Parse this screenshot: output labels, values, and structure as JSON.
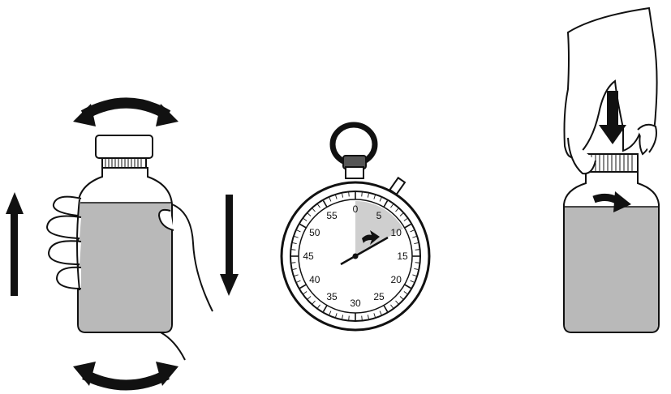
{
  "colors": {
    "ink": "#111111",
    "liquid": "#b9b9b9",
    "glass": "#ffffff",
    "cap": "#ffffff",
    "stopwatch_crown": "#555555",
    "time_sector": "#cfcfcf"
  },
  "steps": [
    {
      "id": "shake",
      "icons": [
        "hand-icon",
        "bottle-icon",
        "curved-arrow-icon",
        "up-arrow-icon",
        "down-arrow-icon"
      ]
    },
    {
      "id": "wait",
      "icons": [
        "stopwatch-icon"
      ],
      "dial_numbers": [
        "0",
        "5",
        "10",
        "15",
        "20",
        "25",
        "30",
        "35",
        "40",
        "45",
        "50",
        "55"
      ],
      "elapsed_seconds": 10
    },
    {
      "id": "press-and-turn-cap",
      "icons": [
        "hand-icon",
        "bottle-icon",
        "down-arrow-icon",
        "right-arrow-icon"
      ]
    }
  ]
}
